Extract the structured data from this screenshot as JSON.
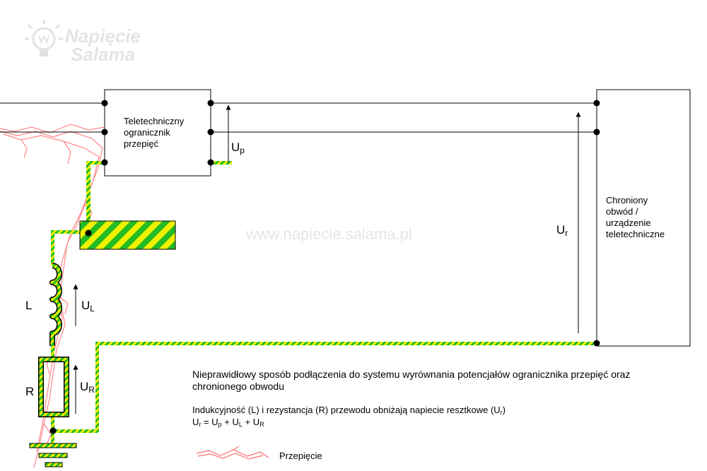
{
  "logo": {
    "line1": "Napięcie",
    "line2": "Salama"
  },
  "watermark": "www.napiecie.salama.pl",
  "limiter": {
    "line1": "Teletechniczny",
    "line2": "ogranicznik",
    "line3": "przepięć"
  },
  "device": {
    "line1": "Chroniony",
    "line2": "obwód /",
    "line3": "urządzenie",
    "line4": "teletechniczne"
  },
  "voltages": {
    "up": {
      "base": "U",
      "sub": "p"
    },
    "ur": {
      "base": "U",
      "sub": "r"
    },
    "ul": {
      "base": "U",
      "sub": "L"
    },
    "urr": {
      "base": "U",
      "sub": "R"
    }
  },
  "components": {
    "inductor": "L",
    "resistor": "R"
  },
  "caption": {
    "line1": "Nieprawidłowy sposób podłączenia do systemu wyrównania potencjałów ogranicznika przepięć oraz",
    "line2": "chronionego obwodu",
    "line3_pre": "Indukcyjność (L) i rezystancja (R) przewodu obniżają napiecie resztkowe (U",
    "line3_sub": "r",
    "line3_post": ")",
    "eq": {
      "u1": "U",
      "s1": "r",
      "eqs": " = ",
      "u2": "U",
      "s2": "p",
      "plus1": " + ",
      "u3": "U",
      "s3": "L",
      "plus2": " + ",
      "u4": "U",
      "s4": "R"
    }
  },
  "legend": {
    "label": "Przepięcie"
  },
  "colors": {
    "pe_yellow": "#f0f000",
    "pe_green": "#22bb22",
    "surge": "#ff5a5a"
  }
}
